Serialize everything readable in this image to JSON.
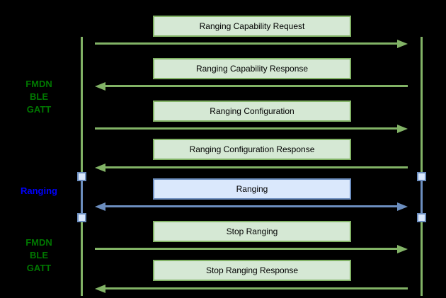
{
  "diagram": {
    "background_color": "#000000",
    "colors": {
      "green_fill": "#d5e8d4",
      "green_stroke": "#82b366",
      "green_label_text": "#007700",
      "blue_fill": "#dae8fc",
      "blue_stroke": "#6c8ebf",
      "blue_label_text": "#0000ff",
      "box_text": "#000000"
    },
    "side_labels": [
      {
        "text": "FMDN\nBLE\nGATT",
        "color": "green"
      },
      {
        "text": "Ranging",
        "color": "blue"
      },
      {
        "text": "FMDN\nBLE\nGATT",
        "color": "green"
      }
    ],
    "messages": [
      {
        "label": "Ranging Capability Request",
        "direction": "right",
        "channel": "green"
      },
      {
        "label": "Ranging Capability Response",
        "direction": "left",
        "channel": "green"
      },
      {
        "label": "Ranging Configuration",
        "direction": "right",
        "channel": "green"
      },
      {
        "label": "Ranging Configuration Response",
        "direction": "left",
        "channel": "green"
      },
      {
        "label": "Ranging",
        "direction": "both",
        "channel": "blue"
      },
      {
        "label": "Stop Ranging",
        "direction": "right",
        "channel": "green"
      },
      {
        "label": "Stop Ranging Response",
        "direction": "left",
        "channel": "green"
      }
    ]
  }
}
